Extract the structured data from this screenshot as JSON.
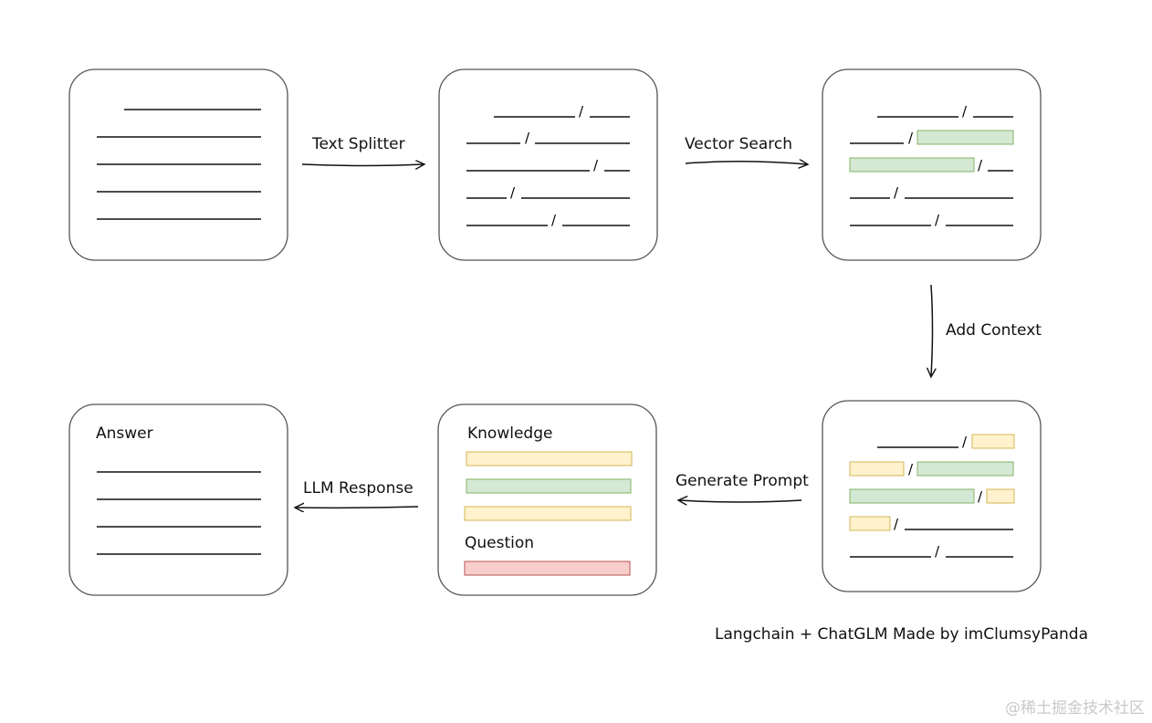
{
  "steps": [
    {
      "label": "Text Splitter"
    },
    {
      "label": "Vector Search"
    },
    {
      "label": "Add Context"
    },
    {
      "label": "Generate Prompt"
    },
    {
      "label": "LLM Response"
    }
  ],
  "boxes": {
    "answer_heading": "Answer",
    "knowledge_heading": "Knowledge",
    "question_heading": "Question",
    "separator": "/"
  },
  "footer": {
    "title": "Langchain + ChatGLM Made by imClumsyPanda",
    "watermark": "@稀土掘金技术社区"
  },
  "colors": {
    "stroke": "#555555",
    "line": "#111111",
    "green_fill": "#d5e8d4",
    "green_stroke": "#82b366",
    "yellow_fill": "#fff2cc",
    "yellow_stroke": "#d6b656",
    "red_fill": "#f8cecc",
    "red_stroke": "#b85450"
  }
}
